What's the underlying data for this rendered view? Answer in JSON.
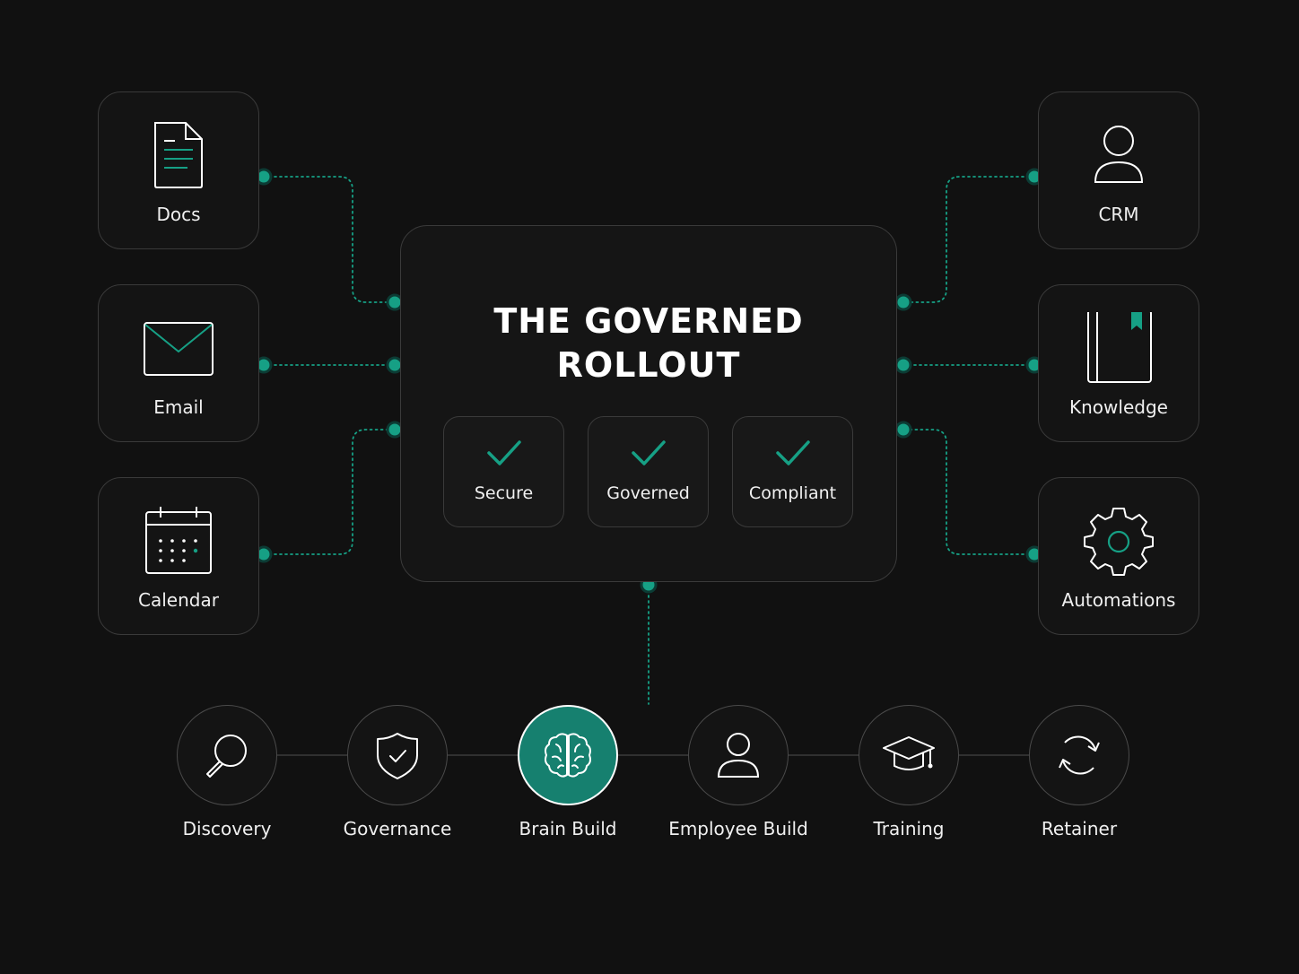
{
  "title": {
    "line1": "THE GOVERNED",
    "line2": "ROLLOUT"
  },
  "colors": {
    "accent": "#16a085",
    "background": "#111111",
    "border": "#3a3a3a"
  },
  "inputs": [
    {
      "label": "Docs",
      "icon": "document-icon"
    },
    {
      "label": "Email",
      "icon": "envelope-icon"
    },
    {
      "label": "Calendar",
      "icon": "calendar-icon"
    }
  ],
  "outputs": [
    {
      "label": "CRM",
      "icon": "user-icon"
    },
    {
      "label": "Knowledge",
      "icon": "book-icon"
    },
    {
      "label": "Automations",
      "icon": "gear-icon"
    }
  ],
  "badges": [
    {
      "label": "Secure",
      "icon": "check-icon"
    },
    {
      "label": "Governed",
      "icon": "check-icon"
    },
    {
      "label": "Compliant",
      "icon": "check-icon"
    }
  ],
  "steps": [
    {
      "label": "Discovery",
      "icon": "magnifier-icon"
    },
    {
      "label": "Governance",
      "icon": "shield-icon"
    },
    {
      "label": "Brain Build",
      "icon": "brain-icon",
      "active": true
    },
    {
      "label": "Employee Build",
      "icon": "user-icon"
    },
    {
      "label": "Training",
      "icon": "graduation-cap-icon"
    },
    {
      "label": "Retainer",
      "icon": "refresh-icon"
    }
  ]
}
